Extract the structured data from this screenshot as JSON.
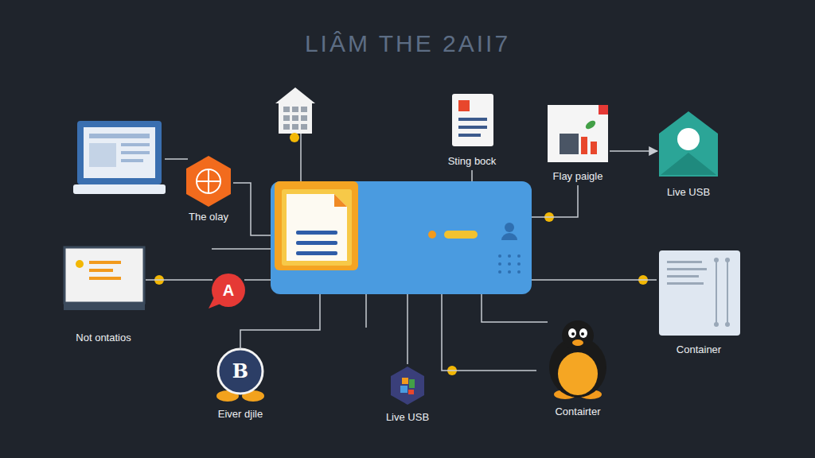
{
  "diagram": {
    "title": "LIÂM THE 2AII7",
    "nodes": [
      {
        "text": [
          "Sting bock"
        ]
      },
      {
        "text": [
          "Flay paigle"
        ]
      },
      {
        "text": [
          "Live USB"
        ]
      },
      {
        "text": [
          "The olay"
        ]
      },
      {
        "text": []
      },
      {
        "text": [
          "Not ontatios"
        ]
      },
      {
        "text": [
          "A"
        ]
      },
      {
        "text": [
          "Container"
        ]
      },
      {
        "text": [
          "B",
          "Eiver djile"
        ]
      },
      {
        "text": [
          "Live USB"
        ]
      },
      {
        "text": [
          "Contairter"
        ]
      }
    ],
    "edges": [
      {
        "from": 3,
        "to": 4,
        "arrow": "none"
      },
      {
        "from": 0,
        "to": 4,
        "arrow": "none"
      },
      {
        "from": 4,
        "to": 1,
        "arrow": "none"
      },
      {
        "from": 1,
        "to": 2,
        "arrow": "to"
      },
      {
        "from": 5,
        "to": 6,
        "arrow": "none"
      },
      {
        "from": 6,
        "to": 4,
        "arrow": "none"
      },
      {
        "from": 4,
        "to": 7,
        "arrow": "none"
      },
      {
        "from": 4,
        "to": 8,
        "arrow": "none"
      },
      {
        "from": 4,
        "to": 9,
        "arrow": "none"
      },
      {
        "from": 4,
        "to": 10,
        "arrow": "none"
      }
    ]
  }
}
